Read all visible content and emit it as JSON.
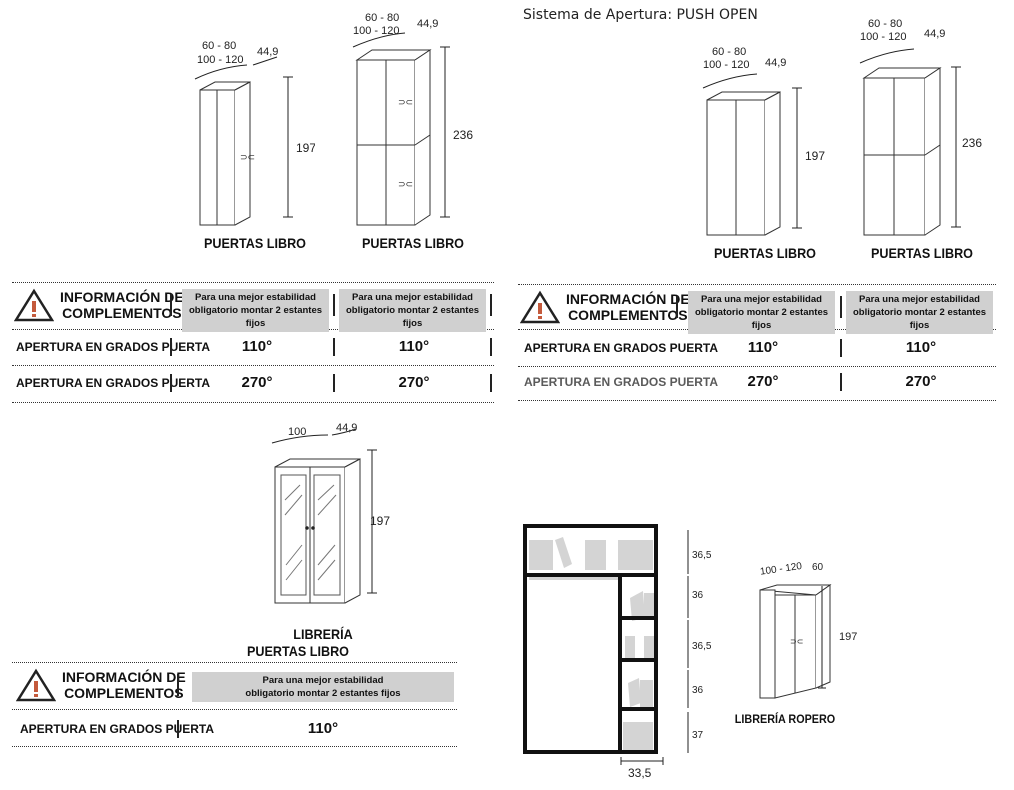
{
  "header": {
    "title": "Sistema de Apertura: PUSH OPEN"
  },
  "products": [
    {
      "name": "PUERTAS LIBRO",
      "width": "60 - 80",
      "width2": "100 - 120",
      "depth": "44,9",
      "height": "197"
    },
    {
      "name": "PUERTAS LIBRO",
      "width": "60 - 80",
      "width2": "100 - 120",
      "depth": "44,9",
      "height": "236"
    },
    {
      "name": "PUERTAS LIBRO",
      "width": "60 - 80",
      "width2": "100 - 120",
      "depth": "44,9",
      "height": "197"
    },
    {
      "name": "PUERTAS LIBRO",
      "width": "60 - 80",
      "width2": "100 - 120",
      "depth": "44,9",
      "height": "236"
    },
    {
      "name": "LIBRERÍA",
      "name2": "PUERTAS LIBRO",
      "width": "100",
      "depth": "44,9",
      "height": "197"
    },
    {
      "name": "LIBRERÍA ROPERO",
      "width": "100 - 120",
      "depth": "60",
      "height": "197"
    }
  ],
  "info": {
    "title_line1": "INFORMACIÓN DE",
    "title_line2": "COMPLEMENTOS",
    "note_line1": "Para una mejor estabilidad",
    "note_line2": "obligatorio montar 2 estantes fijos",
    "row_label": "APERTURA EN GRADOS PUERTA",
    "deg110": "110°",
    "deg270": "270°"
  },
  "interior": {
    "heights": [
      "36,5",
      "36",
      "36,5",
      "36",
      "37"
    ],
    "width": "33,5"
  }
}
